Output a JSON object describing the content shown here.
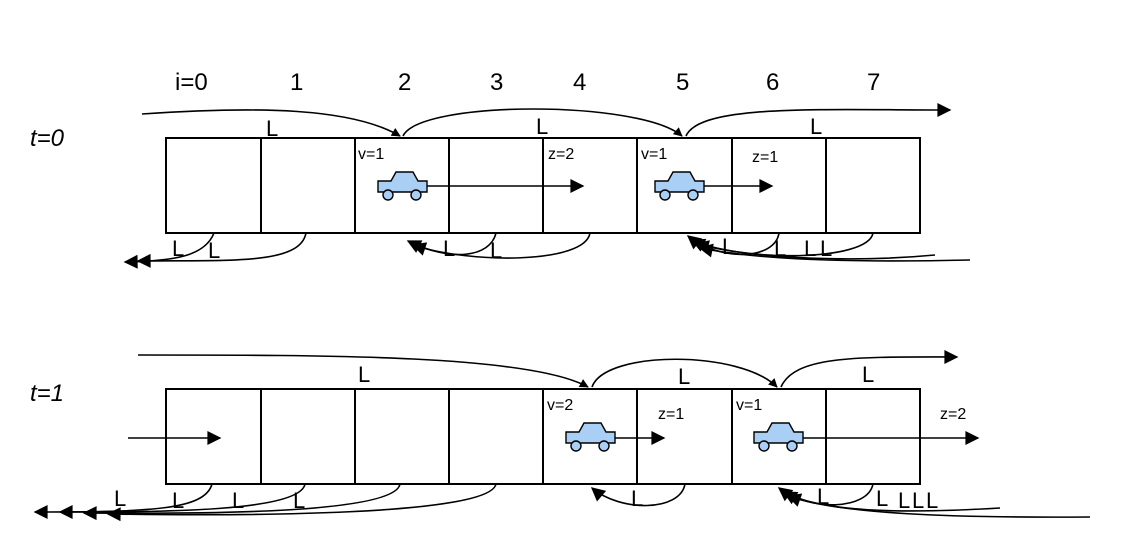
{
  "indices": [
    "i=0",
    "1",
    "2",
    "3",
    "4",
    "5",
    "6",
    "7"
  ],
  "rows": [
    {
      "time_label": "t=0",
      "cars": [
        {
          "cell": 2,
          "velocity_label": "v=1",
          "distance_label": "z=2"
        },
        {
          "cell": 5,
          "velocity_label": "v=1",
          "distance_label": "z=1"
        }
      ],
      "top_link_labels": [
        "L",
        "L",
        "L"
      ],
      "bottom_link_labels": [
        "L",
        "L",
        "L",
        "L",
        "L",
        "L",
        "L",
        "L"
      ]
    },
    {
      "time_label": "t=1",
      "cars": [
        {
          "cell": 4,
          "velocity_label": "v=2",
          "distance_label": "z=1"
        },
        {
          "cell": 6,
          "velocity_label": "v=1",
          "distance_label": "z=2"
        }
      ],
      "top_link_labels": [
        "L",
        "L",
        "L"
      ],
      "bottom_link_labels": [
        "L",
        "L",
        "L",
        "L",
        "L",
        "L",
        "L",
        "L",
        "L",
        "L"
      ]
    }
  ],
  "colors": {
    "car_fill": "#a9cff5",
    "line": "#000000"
  }
}
